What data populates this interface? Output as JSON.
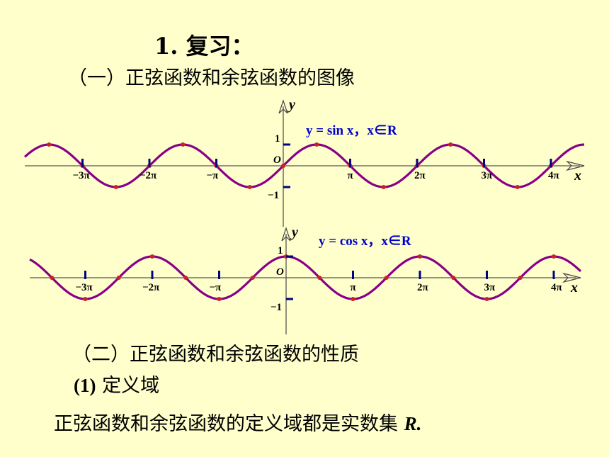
{
  "heading": "1. 复习：",
  "section1": "（一）正弦函数和余弦函数的图像",
  "section2": "（二）正弦函数和余弦函数的性质",
  "item1": {
    "number": "(1)",
    "label": "定义域"
  },
  "conclusion": {
    "text": "正弦函数和余弦函数的定义域都是实数集",
    "symbol": "R."
  },
  "graphs": [
    {
      "func": "sin",
      "equation": "y = sin x，x∈R",
      "y_axis_label": "y",
      "x_axis_label": "x",
      "origin_label": "O",
      "y_ticks": [
        "1",
        "−1"
      ],
      "x_ticks": [
        "−3π",
        "−2π",
        "−π",
        "π",
        "2π",
        "3π",
        "4π"
      ]
    },
    {
      "func": "cos",
      "equation": "y = cos x，x∈R",
      "y_axis_label": "y",
      "x_axis_label": "x",
      "origin_label": "O",
      "y_ticks": [
        "1",
        "−1"
      ],
      "x_ticks": [
        "−3π",
        "−2π",
        "−π",
        "π",
        "2π",
        "3π",
        "4π"
      ]
    }
  ],
  "colors": {
    "background": "#ffffcc",
    "curve": "#880088",
    "equation": "#0000cc",
    "tick": "#000080",
    "point": "#cc2222"
  }
}
